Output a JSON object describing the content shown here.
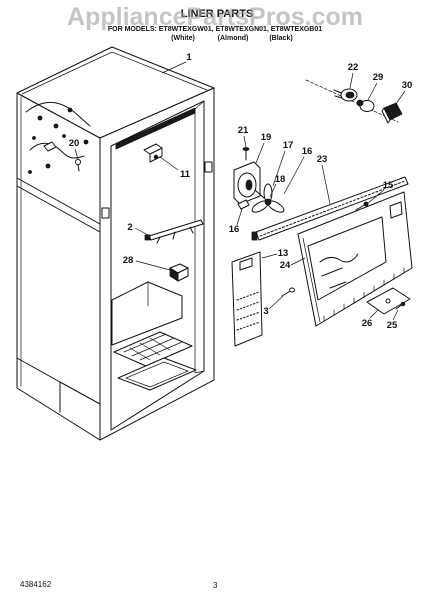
{
  "watermark": "AppliancePartsPros.com",
  "header": {
    "title": "LINER PARTS",
    "models": "FOR MODELS: ET8WTEXGW01, ET8WTEXGN01, ET8WTEXGB01",
    "finishes": [
      "(White)",
      "(Almond)",
      "(Black)"
    ]
  },
  "callouts": [
    "1",
    "20",
    "11",
    "2",
    "28",
    "22",
    "29",
    "30",
    "21",
    "19",
    "17",
    "16",
    "23",
    "18",
    "15",
    "16",
    "13",
    "24",
    "3",
    "26",
    "25"
  ],
  "footer": {
    "doc_number": "4384162",
    "page_number": "3"
  },
  "colors": {
    "line": "#111111",
    "background": "#ffffff",
    "watermark": "#a0a0a0"
  }
}
